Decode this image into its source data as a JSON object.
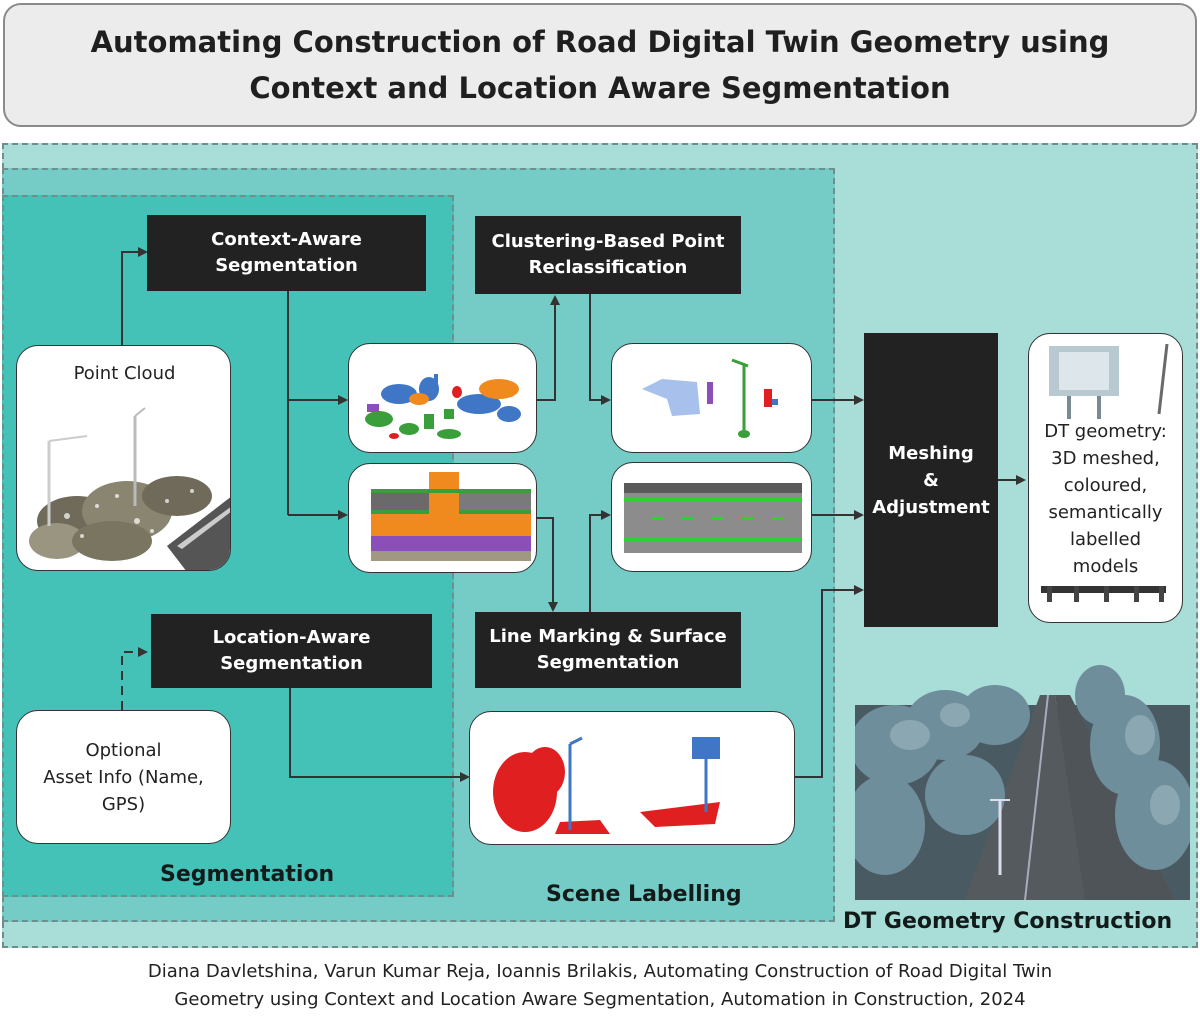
{
  "title": {
    "line1": "Automating Construction of Road Digital Twin Geometry using",
    "line2": "Context and Location Aware Segmentation"
  },
  "regions": {
    "segmentation": "Segmentation",
    "scene_labelling": "Scene Labelling",
    "dt_geometry_construction": "DT Geometry Construction"
  },
  "inputs": {
    "point_cloud": "Point Cloud",
    "optional_line1": "Optional",
    "optional_line2": "Asset Info (Name,",
    "optional_line3": "GPS)"
  },
  "steps": {
    "context_aware_1": "Context-Aware",
    "context_aware_2": "Segmentation",
    "location_aware_1": "Location-Aware",
    "location_aware_2": "Segmentation",
    "clustering_1": "Clustering-Based Point",
    "clustering_2": "Reclassification",
    "line_marking_1": "Line Marking & Surface",
    "line_marking_2": "Segmentation",
    "meshing_1": "Meshing",
    "meshing_2": "&",
    "meshing_3": "Adjustment"
  },
  "output": {
    "line1": "DT geometry:",
    "line2": "3D meshed,",
    "line3": "coloured,",
    "line4": "semantically",
    "line5": "labelled",
    "line6": "models"
  },
  "citation": {
    "line1": "Diana Davletshina, Varun Kumar Reja, Ioannis Brilakis, Automating Construction of Road Digital Twin",
    "line2": "Geometry using Context and Location Aware Segmentation, Automation in Construction, 2024"
  },
  "colors": {
    "outer_region": "#a9ddd8",
    "scene_region": "#75cbc6",
    "segmentation_region": "#45c2b8",
    "step_box": "#222222",
    "seg_green": "#3a9e3a",
    "seg_orange": "#f08a1f",
    "seg_blue": "#3f76c6",
    "seg_purple": "#8a4fb8",
    "seg_red": "#e02020",
    "seg_lightblue": "#a8c0ec"
  }
}
